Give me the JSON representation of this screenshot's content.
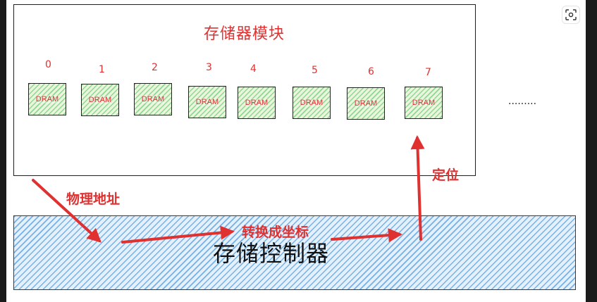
{
  "module": {
    "title": "存储器模块",
    "units": [
      {
        "index": "0",
        "label": "DRAM"
      },
      {
        "index": "1",
        "label": "DRAM"
      },
      {
        "index": "2",
        "label": "DRAM"
      },
      {
        "index": "3",
        "label": "DRAM"
      },
      {
        "index": "4",
        "label": "DRAM"
      },
      {
        "index": "5",
        "label": "DRAM"
      },
      {
        "index": "6",
        "label": "DRAM"
      },
      {
        "index": "7",
        "label": "DRAM"
      }
    ],
    "ellipsis": "........."
  },
  "controller": {
    "label": "存储控制器"
  },
  "arrows": {
    "physical_address": "物理地址",
    "convert": "转换成坐标",
    "locate": "定位"
  },
  "colors": {
    "accent": "#e03131",
    "dram_fill": "#40c057",
    "controller_fill": "#1c7ed6"
  },
  "toolbar": {
    "icon": "scan-icon"
  }
}
